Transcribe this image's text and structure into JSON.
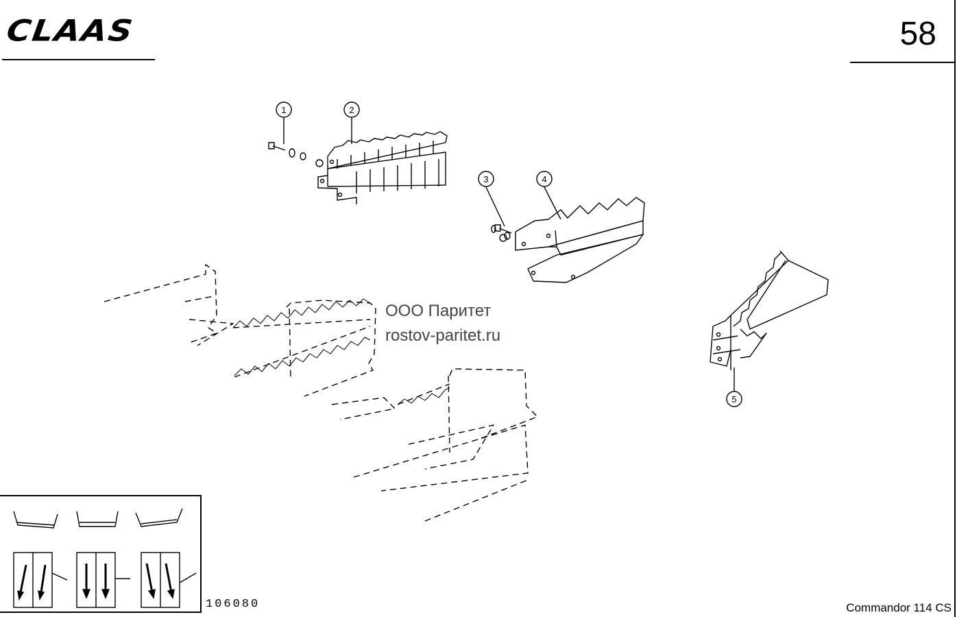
{
  "header": {
    "brand": "CLAAS",
    "page_number": "58"
  },
  "watermark": {
    "company": "ООО Паритет",
    "website": "rostov-paritet.ru"
  },
  "footer": {
    "drawing_number": "106080",
    "model": "Commandor 114 CS"
  },
  "callouts": [
    "1",
    "2",
    "3",
    "4",
    "5"
  ]
}
